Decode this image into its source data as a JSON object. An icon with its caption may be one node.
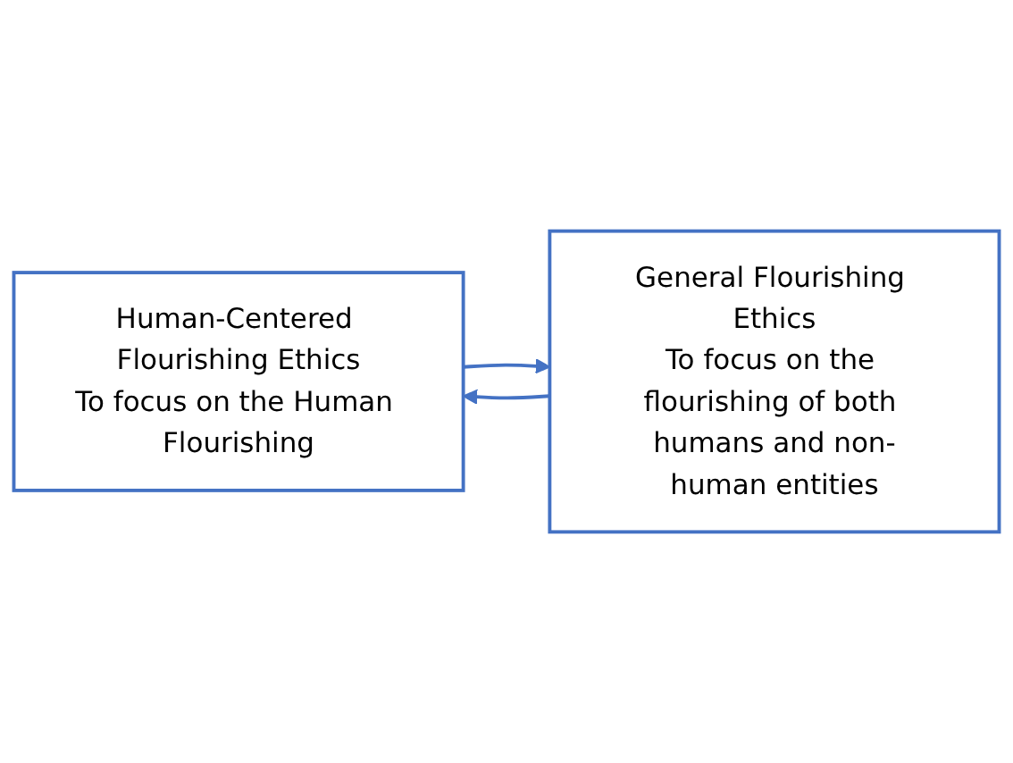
{
  "diagram": {
    "nodes": [
      {
        "text": [
          "Human-Centered Flourishing Ethics",
          "To focus on the Human Flourishing"
        ]
      },
      {
        "text": [
          "General Flourishing Ethics",
          "To focus on the flourishing of both humans and non-human entities"
        ]
      }
    ],
    "edges": [
      {
        "from": 0,
        "to": 1,
        "arrow": "to"
      },
      {
        "from": 1,
        "to": 0,
        "arrow": "to"
      }
    ]
  }
}
